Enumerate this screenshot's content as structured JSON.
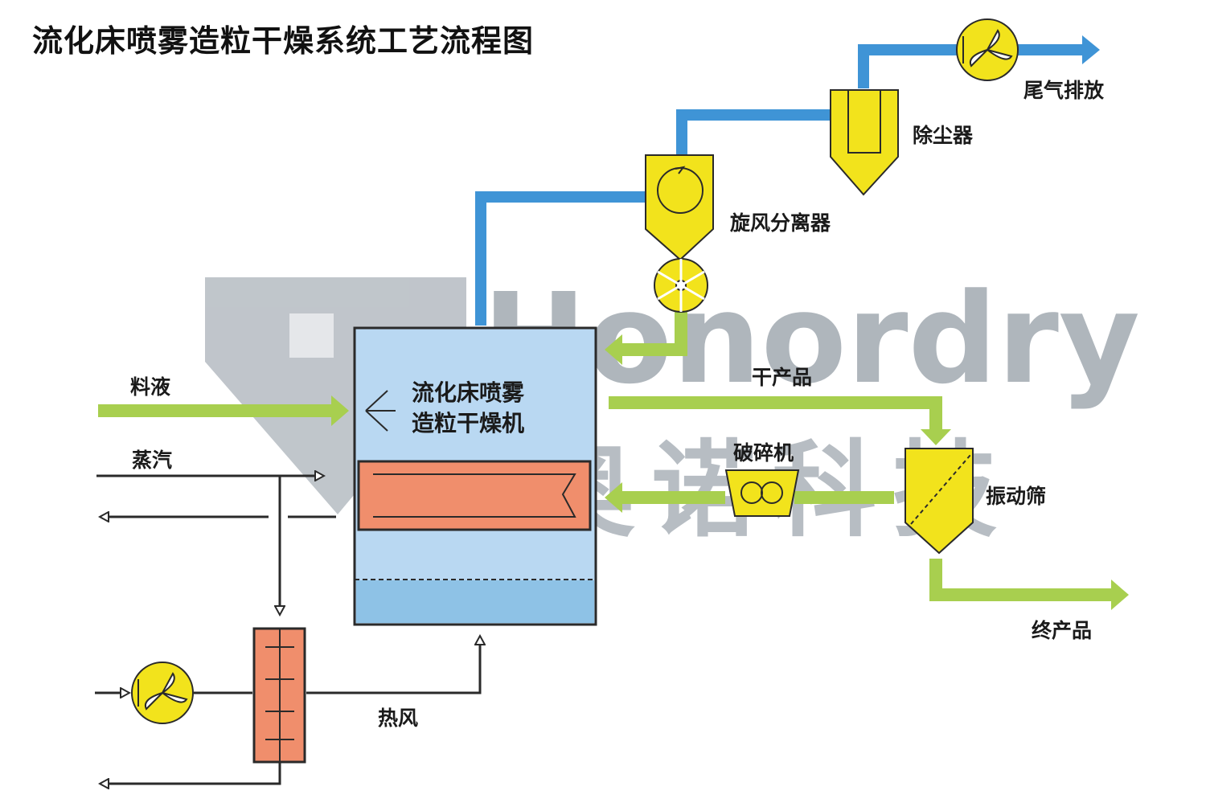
{
  "title": "流化床喷雾造粒干燥系统工艺流程图",
  "watermark": {
    "brand": "Honordry",
    "name_cn": "奥诺科技"
  },
  "labels": {
    "exhaust": "尾气排放",
    "dust_collector": "除尘器",
    "cyclone": "旋风分离器",
    "feed_liquid": "料液",
    "dryer_line1": "流化床喷雾",
    "dryer_line2": "造粒干燥机",
    "dry_product": "干产品",
    "steam": "蒸汽",
    "crusher": "破碎机",
    "vibrating_screen": "振动筛",
    "final_product": "终产品",
    "hot_air": "热风"
  },
  "colors": {
    "air_duct": "#3f94d6",
    "product_line": "#a8cf4f",
    "equipment_yellow": "#f2e31c",
    "heater_orange": "#f08e6c",
    "dryer_blue": "#b9d8f2",
    "dryer_bottom": "#8ec2e6",
    "watermark": "#7d8893"
  }
}
